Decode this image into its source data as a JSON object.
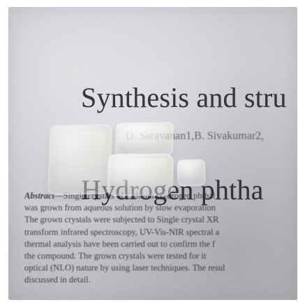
{
  "paper": {
    "title_lines": [
      "Synthesis and stru",
      "Hydrogen phtha"
    ],
    "authors_line": "D. Saravanan1,B. Sivakumar2,",
    "abstract": {
      "lead": "Abstract",
      "first_line_rest": "—Single crystals of Lithium Hydrogen phthal",
      "lines": [
        "was grown from aqueous solution by slow evaporation",
        "The grown crystals were subjected to Single crystal XR",
        "transform infrared spectroscopy, UV-Vis-NIR spectral a",
        "thermal analysis have been carried out to confirm the f",
        "the compound. The grown crystals were tested for it",
        "optical (NLO) nature by using laser techniques. The resul",
        "discussed in detail."
      ]
    }
  }
}
